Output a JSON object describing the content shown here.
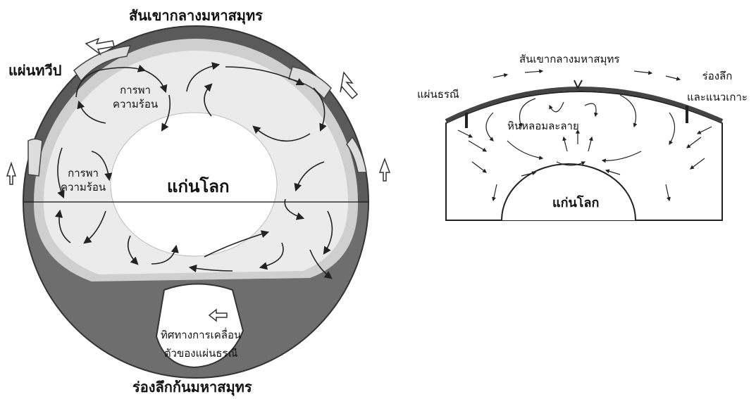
{
  "left_diagram": {
    "label_ridge": "สันเขากลางมหาสมุทร",
    "label_continent": "แผ่นทวีป",
    "label_convection_top": "การพา\nความร้อน",
    "label_convection_left": "การพา\nความร้อน",
    "label_core": "แก่นโลก",
    "label_direction": "ทิศทางการเคลื่อน\nตัวของแผ่นธรณี",
    "label_trench": "ร่องลึกก้นมหาสมุทร"
  },
  "right_diagram": {
    "label_ridge": "สันเขากลางมหาสมุทร",
    "label_plate": "แผ่นธรณี",
    "label_trench": "ร่องลึก\nและแนวเกาะ",
    "label_magma": "หินหลอมละลาย",
    "label_core": "แก่นโลก"
  },
  "colors": {
    "crust": "#5a5a5a",
    "mantle_light": "#e9e9e9",
    "mantle_band": "#cfcfcf",
    "core": "#ffffff",
    "sphere_bottom": "#6e6e6e",
    "arrow": "#222222"
  },
  "icons": [
    "arrow-outline-icon",
    "convection-arrow-icon"
  ]
}
